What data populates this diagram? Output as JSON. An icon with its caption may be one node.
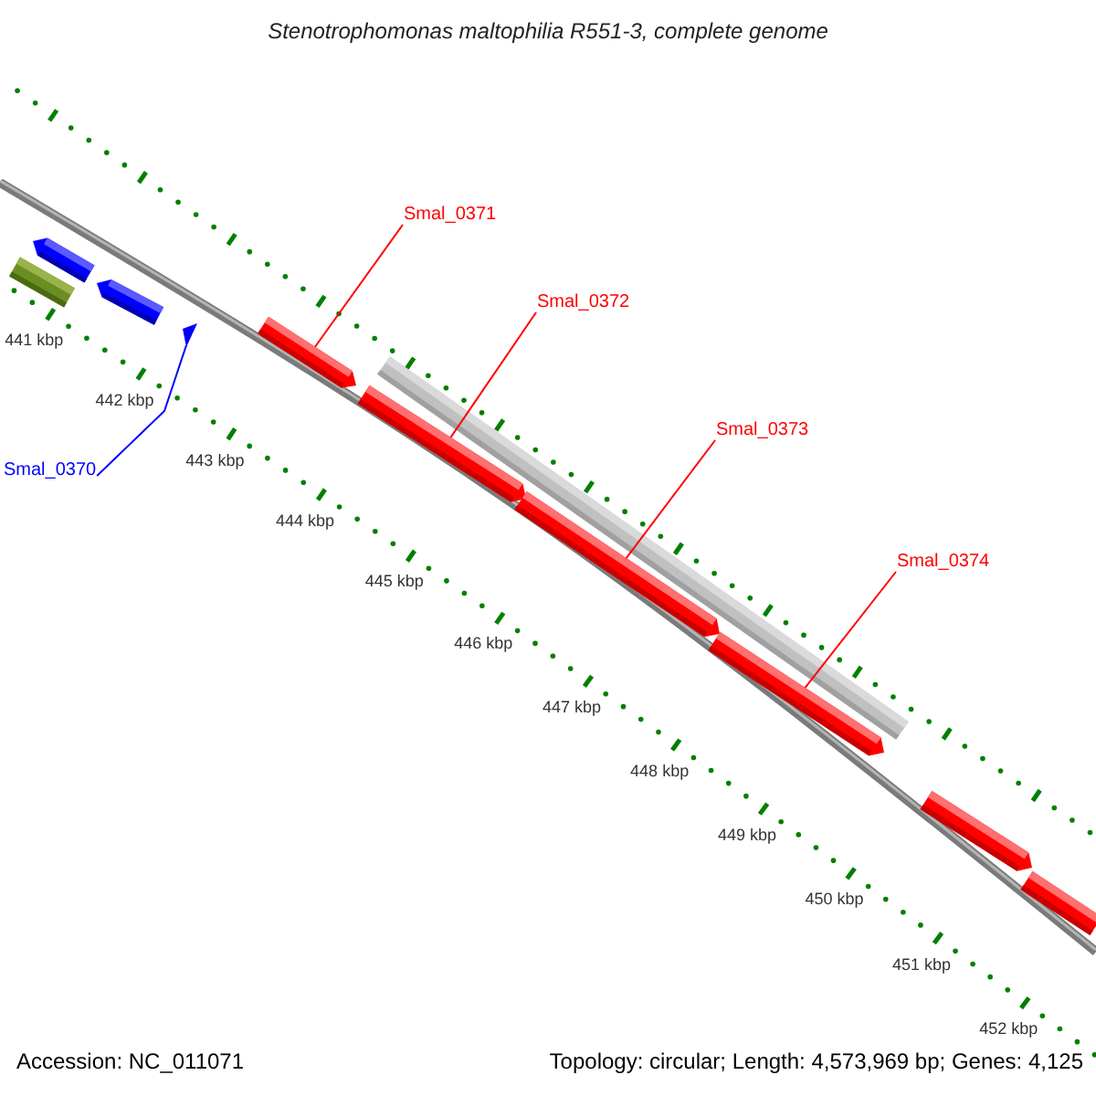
{
  "diagram": {
    "title": "Stenotrophomonas maltophilia R551-3, complete genome",
    "nodes": [
      {
        "text": [
          "Smal_0371"
        ]
      },
      {
        "text": [
          "Smal_0372"
        ]
      },
      {
        "text": [
          "Smal_0373"
        ]
      },
      {
        "text": [
          "Smal_0370"
        ]
      },
      {
        "text": [
          "Smal_0374"
        ]
      },
      {
        "text": [],
        "shape": "bar"
      },
      {
        "text": [],
        "shape": "bar"
      },
      {
        "text": [],
        "shape": "bar"
      },
      {
        "text": [],
        "shape": "triangle"
      },
      {
        "text": [],
        "shape": "bar"
      },
      {
        "text": [],
        "shape": "bar"
      },
      {
        "text": [],
        "shape": "bar"
      },
      {
        "text": [],
        "shape": "bar"
      },
      {
        "text": [],
        "shape": "bar"
      },
      {
        "text": [],
        "shape": "bar"
      },
      {
        "text": [],
        "shape": "bar"
      }
    ],
    "edges": [
      {
        "from": 0,
        "to": 9,
        "arrow": "none"
      },
      {
        "from": 1,
        "to": 10,
        "arrow": "none"
      },
      {
        "from": 2,
        "to": 12,
        "arrow": "none"
      },
      {
        "from": 3,
        "to": 8,
        "arrow": "none",
        "color": "#0000ff"
      },
      {
        "from": 4,
        "to": 13,
        "arrow": "none"
      }
    ],
    "labels": [
      "441 kbp",
      "442 kbp",
      "443 kbp",
      "444 kbp",
      "445 kbp",
      "446 kbp",
      "447 kbp",
      "448 kbp",
      "449 kbp",
      "450 kbp",
      "451 kbp",
      "452 kbp",
      "Accession: NC_011071",
      "Topology: circular; Length: 4,573,969 bp; Genes: 4,125"
    ]
  }
}
